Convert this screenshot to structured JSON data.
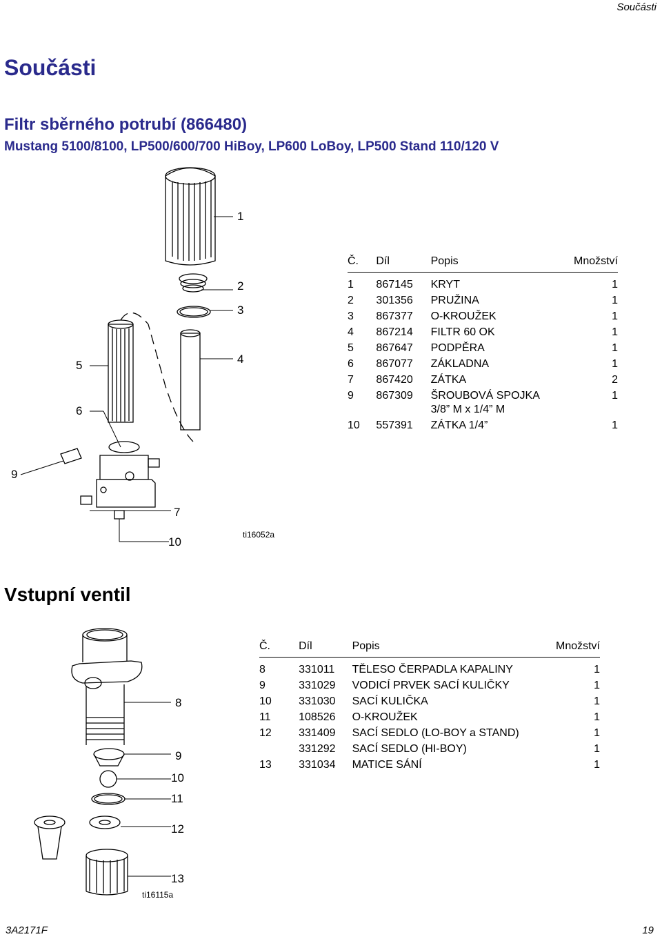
{
  "header": {
    "section": "Součásti"
  },
  "title": "Součásti",
  "filter": {
    "heading": "Filtr sběrného potrubí (866480)",
    "subheading": "Mustang 5100/8100, LP500/600/700 HiBoy, LP600 LoBoy, LP500 Stand 110/120 V",
    "columns": [
      "Č.",
      "Díl",
      "Popis",
      "Množství"
    ],
    "rows": [
      [
        "1",
        "867145",
        "KRYT",
        "1"
      ],
      [
        "2",
        "301356",
        "PRUŽINA",
        "1"
      ],
      [
        "3",
        "867377",
        "O-KROUŽEK",
        "1"
      ],
      [
        "4",
        "867214",
        "FILTR 60 OK",
        "1"
      ],
      [
        "5",
        "867647",
        "PODPĚRA",
        "1"
      ],
      [
        "6",
        "867077",
        "ZÁKLADNA",
        "1"
      ],
      [
        "7",
        "867420",
        "ZÁTKA",
        "2"
      ],
      [
        "9",
        "867309",
        "ŠROUBOVÁ SPOJKA",
        "1"
      ],
      [
        "",
        "",
        "3/8” M x 1/4” M",
        ""
      ],
      [
        "10",
        "557391",
        "ZÁTKA 1/4”",
        "1"
      ]
    ],
    "callouts": [
      "1",
      "2",
      "3",
      "4",
      "5",
      "6",
      "9",
      "7",
      "10"
    ],
    "figure_id": "ti16052a"
  },
  "valve": {
    "heading": "Vstupní ventil",
    "columns": [
      "Č.",
      "Díl",
      "Popis",
      "Množství"
    ],
    "rows": [
      [
        "8",
        "331011",
        "TĚLESO ČERPADLA KAPALINY",
        "1"
      ],
      [
        "9",
        "331029",
        "VODICÍ PRVEK SACÍ KULIČKY",
        "1"
      ],
      [
        "10",
        "331030",
        "SACÍ KULIČKA",
        "1"
      ],
      [
        "11",
        "108526",
        "O-KROUŽEK",
        "1"
      ],
      [
        "12",
        "331409",
        "SACÍ SEDLO (LO-BOY a STAND)",
        "1"
      ],
      [
        "",
        "331292",
        "SACÍ SEDLO (HI-BOY)",
        "1"
      ],
      [
        "13",
        "331034",
        "MATICE SÁNÍ",
        "1"
      ]
    ],
    "callouts": [
      "8",
      "9",
      "10",
      "11",
      "12",
      "13"
    ],
    "figure_id": "ti16115a"
  },
  "footer": {
    "doc_id": "3A2171F",
    "page": "19"
  }
}
